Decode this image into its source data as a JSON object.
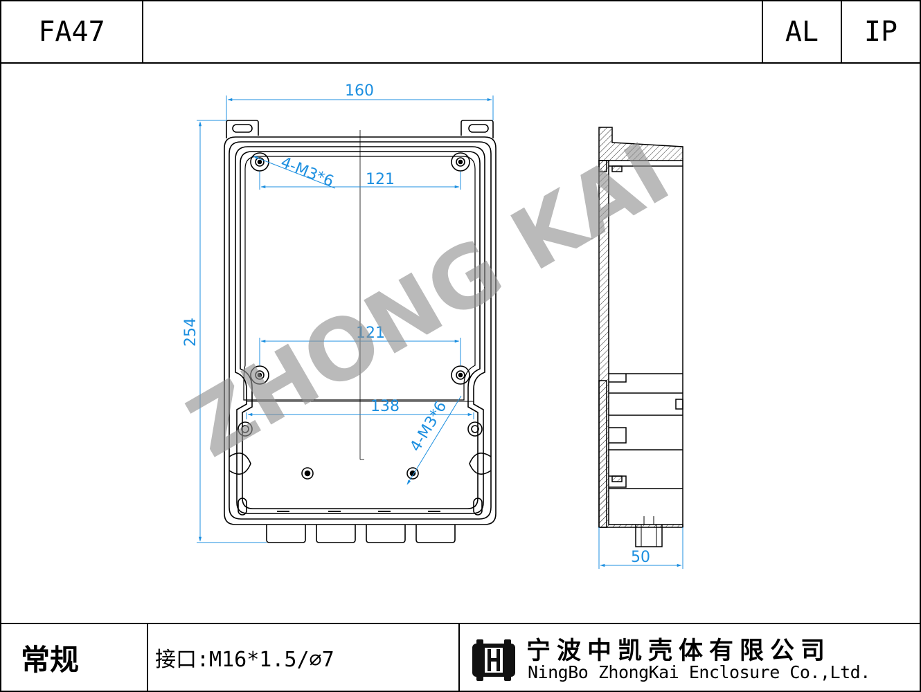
{
  "header": {
    "model": "FA47",
    "material": "AL",
    "rating": "IP"
  },
  "drawing": {
    "dimensions": {
      "width": "160",
      "height": "254",
      "depth": "50",
      "hole_span_top": "121",
      "hole_span_middle": "121",
      "hole_span_bottom": "138",
      "thread_note_top": "4-M3*6",
      "thread_note_bottom": "4-M3*6"
    },
    "watermark": "ZHONG KAI",
    "line_color": "#000000",
    "dimension_color": "#1c8fe0"
  },
  "footer": {
    "series": "常规",
    "port": "接口:M16*1.5/⌀7",
    "company_cn": "宁波中凯壳体有限公司",
    "company_en": "NingBo ZhongKai Enclosure Co.,Ltd."
  }
}
